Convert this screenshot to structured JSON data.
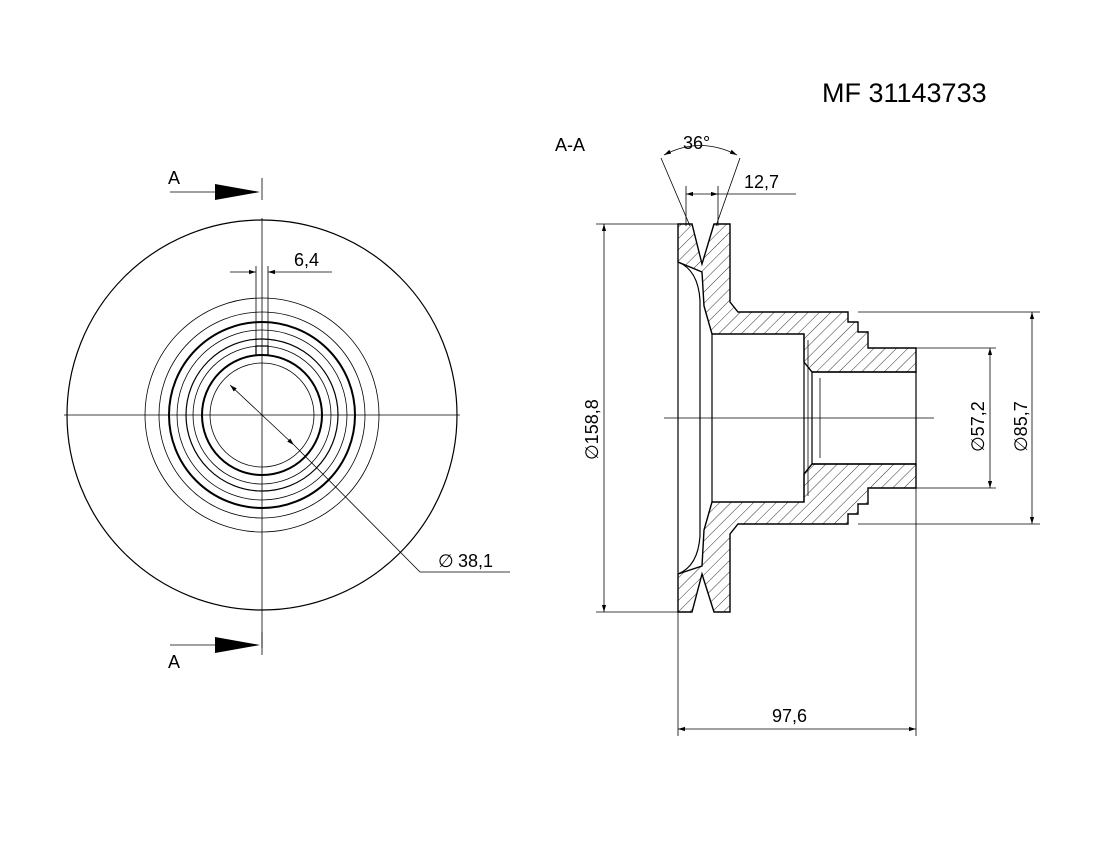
{
  "title": "MF 31143733",
  "section_marks": {
    "top": "A",
    "bottom": "A",
    "view_label": "A-A"
  },
  "dimensions": {
    "key_width": "6,4",
    "bore": "38,1",
    "groove_angle": "36°",
    "groove_width": "12,7",
    "outer_diameter": "158,8",
    "hub_inner": "57,2",
    "hub_outer": "85,7",
    "overall_length": "97,6"
  },
  "diameter_symbol": "∅"
}
